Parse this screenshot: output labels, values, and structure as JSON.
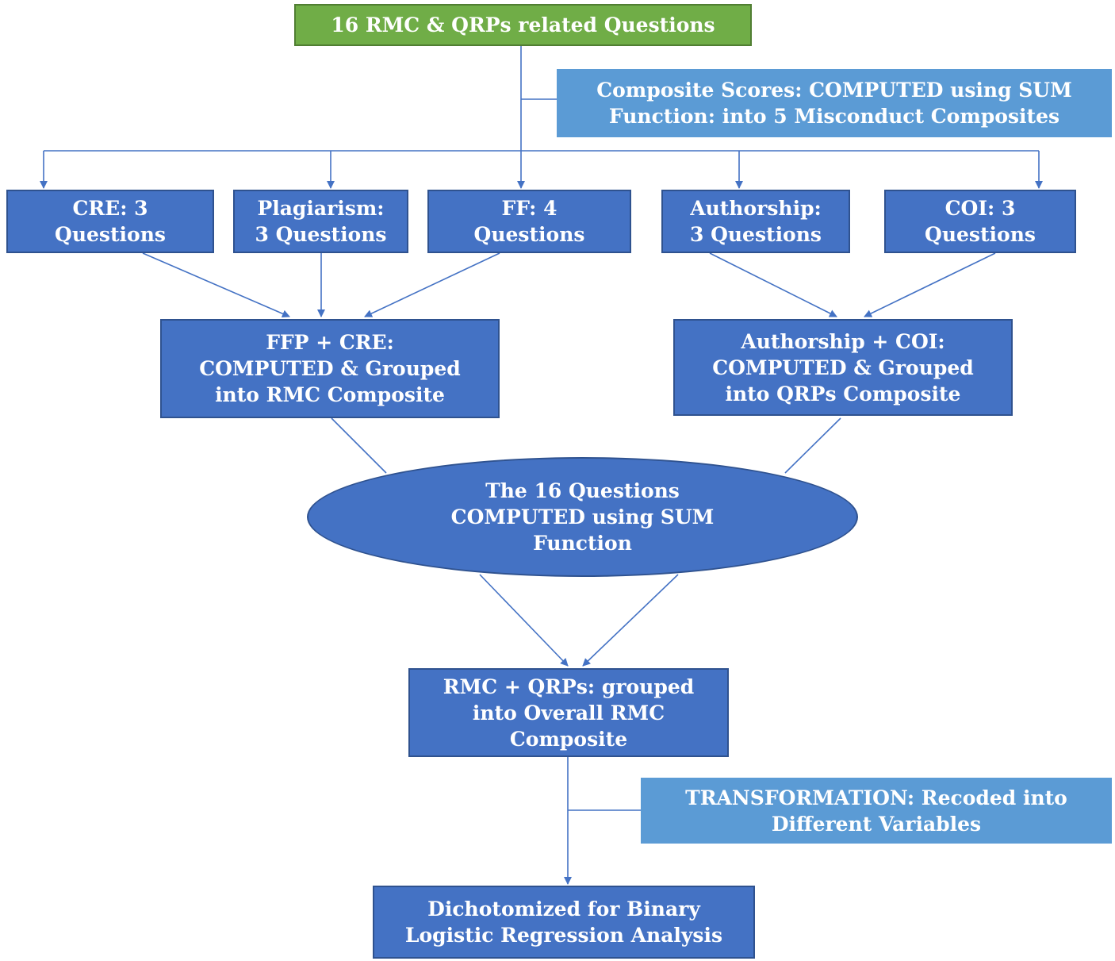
{
  "top": {
    "line1": "16 RMC & QRPs related Questions"
  },
  "composite_note": {
    "line1": "Composite Scores: COMPUTED using SUM",
    "line2": "Function: into 5 Misconduct Composites"
  },
  "categories": [
    {
      "line1": "CRE: 3",
      "line2": "Questions"
    },
    {
      "line1": "Plagiarism:",
      "line2": "3 Questions"
    },
    {
      "line1": "FF: 4",
      "line2": "Questions"
    },
    {
      "line1": "Authorship:",
      "line2": "3 Questions"
    },
    {
      "line1": "COI: 3",
      "line2": "Questions"
    }
  ],
  "rmc_group": {
    "line1": "FFP + CRE:",
    "line2": "COMPUTED & Grouped",
    "line3": "into RMC Composite"
  },
  "qrps_group": {
    "line1": "Authorship + COI:",
    "line2": "COMPUTED & Grouped",
    "line3": "into QRPs Composite"
  },
  "sum_ellipse": {
    "line1": "The 16 Questions",
    "line2": "COMPUTED using SUM",
    "line3": "Function"
  },
  "overall": {
    "line1": "RMC + QRPs: grouped",
    "line2": "into Overall RMC",
    "line3": "Composite"
  },
  "transform_note": {
    "line1": "TRANSFORMATION: Recoded into",
    "line2": "Different Variables"
  },
  "final": {
    "line1": "Dichotomized for Binary",
    "line2": "Logistic Regression Analysis"
  },
  "colors": {
    "dark_box": "#4472c4",
    "light_box": "#5b9bd5",
    "green_box": "#70ad47",
    "connector": "#4472c4"
  }
}
